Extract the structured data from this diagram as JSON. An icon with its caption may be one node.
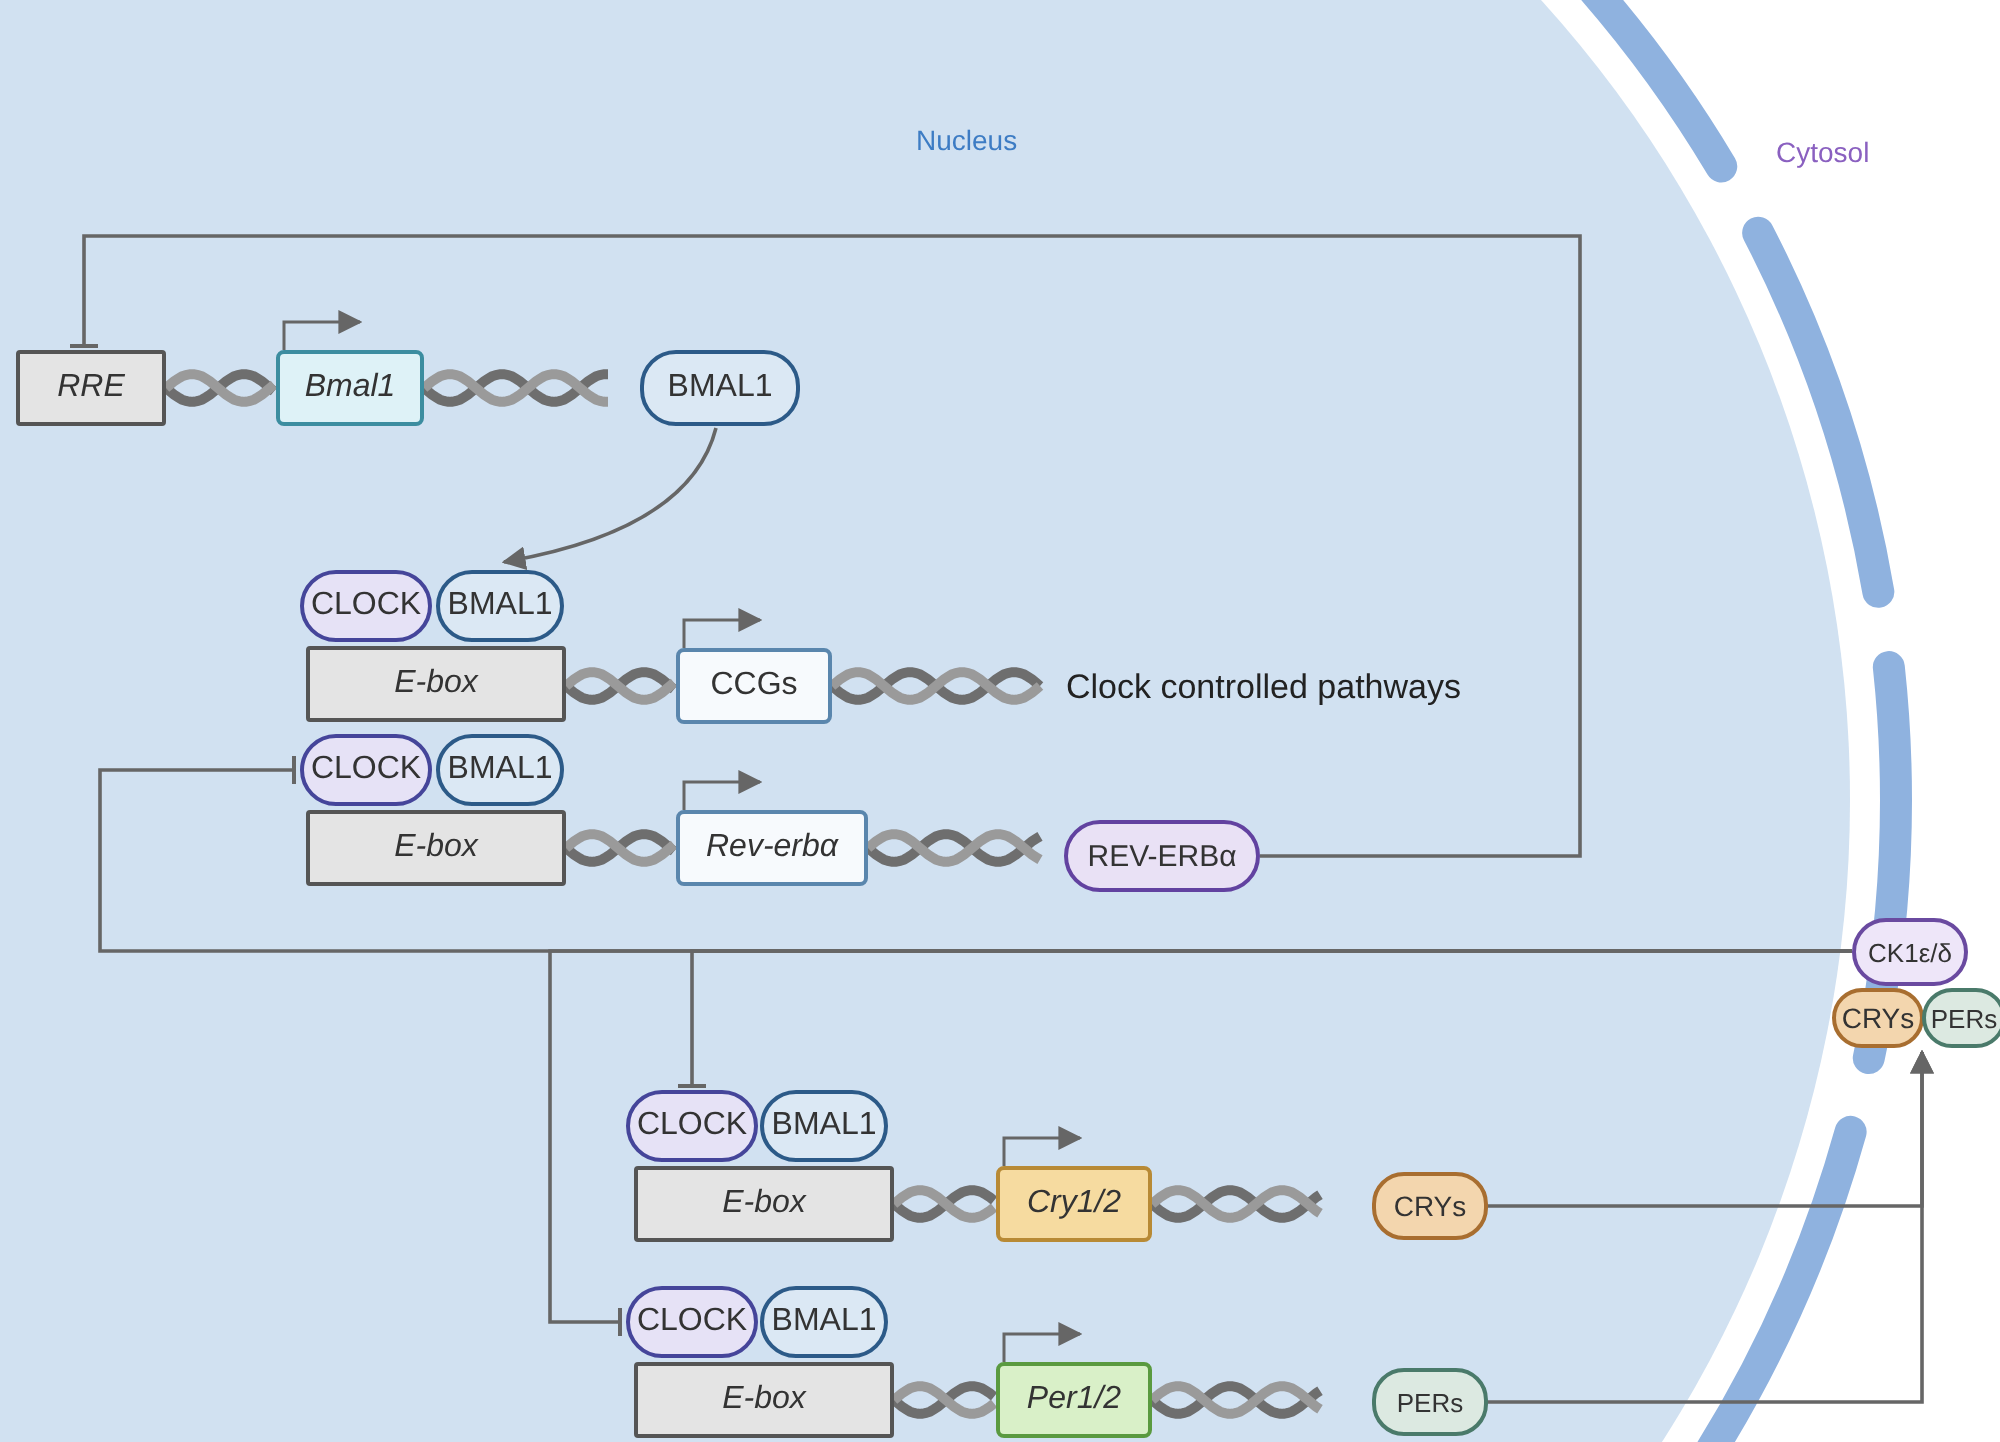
{
  "diagram": {
    "nodes": [
      {
        "text": [
          "RRE"
        ]
      },
      {
        "text": [
          "Bmal1"
        ]
      },
      {
        "text": [
          "BMAL1"
        ]
      },
      {
        "text": [
          "CLOCK"
        ]
      },
      {
        "text": [
          "BMAL1"
        ]
      },
      {
        "text": [
          "E-box"
        ]
      },
      {
        "text": [
          "CCGs"
        ]
      },
      {
        "text": [
          "CLOCK"
        ]
      },
      {
        "text": [
          "BMAL1"
        ]
      },
      {
        "text": [
          "E-box"
        ]
      },
      {
        "text": [
          "Rev-erbα"
        ]
      },
      {
        "text": [
          "REV-ERBα"
        ]
      },
      {
        "text": [
          "CK1ε/δ"
        ]
      },
      {
        "text": [
          "CRYs"
        ]
      },
      {
        "text": [
          "PERs"
        ]
      },
      {
        "text": [
          "CLOCK"
        ]
      },
      {
        "text": [
          "BMAL1"
        ]
      },
      {
        "text": [
          "E-box"
        ]
      },
      {
        "text": [
          "Cry1/2"
        ]
      },
      {
        "text": [
          "CRYs"
        ]
      },
      {
        "text": [
          "CLOCK"
        ]
      },
      {
        "text": [
          "BMAL1"
        ]
      },
      {
        "text": [
          "E-box"
        ]
      },
      {
        "text": [
          "Per1/2"
        ]
      },
      {
        "text": [
          "PERs"
        ]
      }
    ],
    "edges": [
      {
        "from": 11,
        "to": 0,
        "arrow": "other"
      },
      {
        "from": 2,
        "to": 4,
        "arrow": "to"
      },
      {
        "from": 12,
        "to": 7,
        "arrow": "other"
      },
      {
        "from": 12,
        "to": 15,
        "arrow": "other"
      },
      {
        "from": 12,
        "to": 20,
        "arrow": "other"
      },
      {
        "from": 19,
        "to": 13,
        "arrow": "to"
      },
      {
        "from": 24,
        "to": 14,
        "arrow": "to"
      }
    ],
    "labels": [
      "Nucleus",
      "Cytosol",
      "Clock controlled pathways"
    ]
  }
}
